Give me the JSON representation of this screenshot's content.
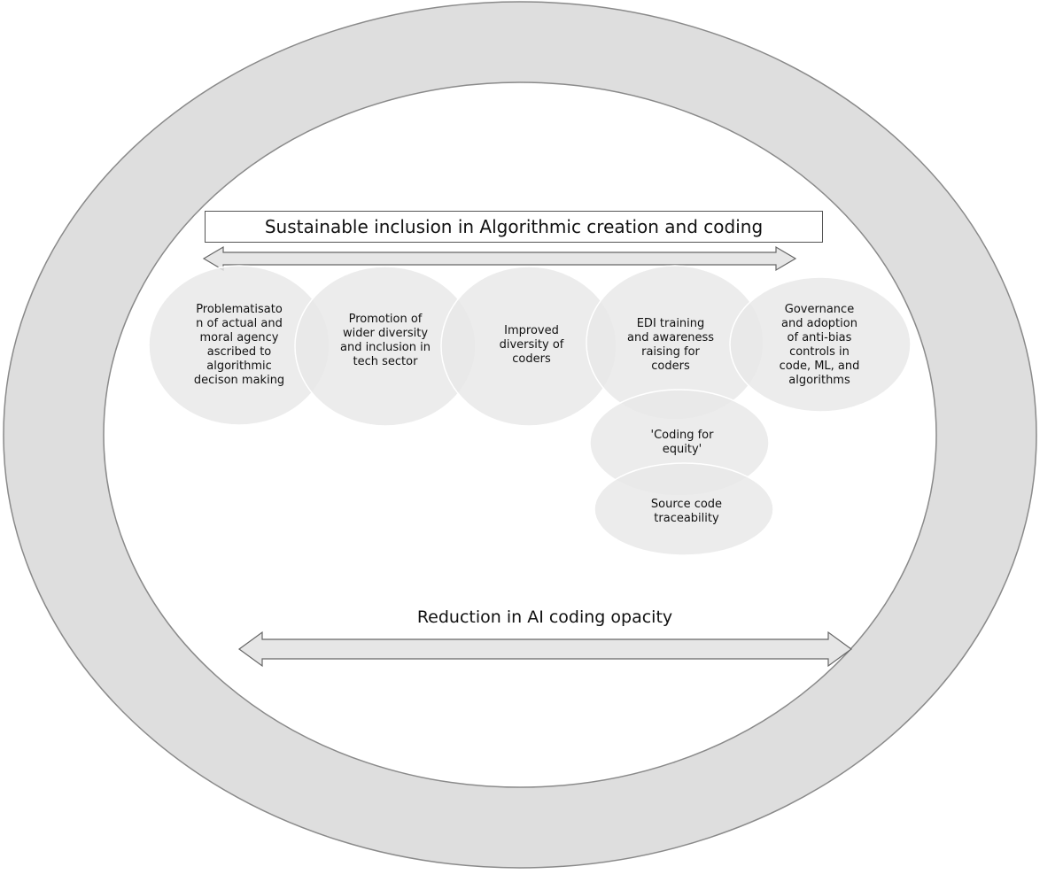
{
  "diagram": {
    "top_title": "Sustainable inclusion in Algorithmic creation and coding",
    "bottom_label": "Reduction in AI coding opacity",
    "nodes": [
      {
        "id": "problematisation",
        "label": "Problematisato\nn of actual and\nmoral agency\nascribed to\nalgorithmic\ndecison making"
      },
      {
        "id": "promotion",
        "label": "Promotion of\nwider diversity\nand inclusion in\ntech sector"
      },
      {
        "id": "improved-diversity",
        "label": "Improved\ndiversity of\ncoders"
      },
      {
        "id": "edi-training",
        "label": "EDI training\nand awareness\nraising for\ncoders"
      },
      {
        "id": "governance",
        "label": "Governance\nand adoption\nof anti-bias\ncontrols in\ncode, ML, and\nalgorithms"
      },
      {
        "id": "coding-for-equity",
        "label": "'Coding for\nequity'"
      },
      {
        "id": "source-code",
        "label": "Source code\ntraceability"
      }
    ],
    "colors": {
      "ring_fill": "#dedede",
      "ring_stroke": "#8a8a8a",
      "bubble_fill": "#e8e8e8",
      "bubble_stroke": "#ffffff",
      "arrow_fill": "#e6e6e6",
      "arrow_stroke": "#666666"
    }
  }
}
